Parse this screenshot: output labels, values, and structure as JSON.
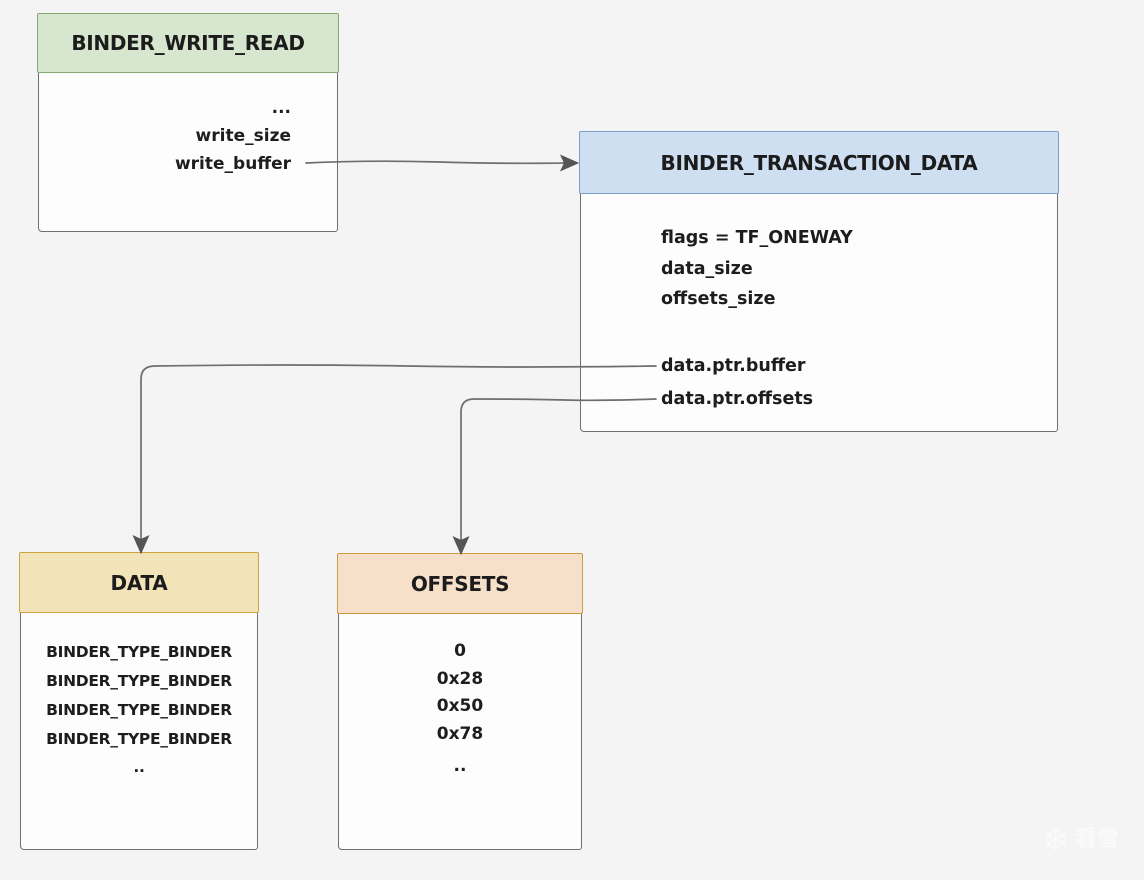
{
  "canvas": {
    "background_color": "#f4f4f4",
    "box_body_color": "#fdfdfd",
    "box_outline_color": "#6f6f6f",
    "arrow_color": "#6e6e6e"
  },
  "boxes": {
    "binder_write_read": {
      "title": "BINDER_WRITE_READ",
      "header_fill": "#d7e7cf",
      "header_border": "#83a974",
      "items": [
        "...",
        "write_size",
        "write_buffer"
      ]
    },
    "binder_transaction_data": {
      "title": "BINDER_TRANSACTION_DATA",
      "header_fill": "#cfdff2",
      "header_border": "#7f9fc9",
      "items": [
        "flags = TF_ONEWAY",
        "data_size",
        "offsets_size",
        "data.ptr.buffer",
        "data.ptr.offsets"
      ]
    },
    "data": {
      "title": "DATA",
      "header_fill": "#f3e3b8",
      "header_border": "#cfa43a",
      "items": [
        "BINDER_TYPE_BINDER",
        "BINDER_TYPE_BINDER",
        "BINDER_TYPE_BINDER",
        "BINDER_TYPE_BINDER",
        ".."
      ]
    },
    "offsets": {
      "title": "OFFSETS",
      "header_fill": "#f7e0c9",
      "header_border": "#d09a44",
      "items": [
        "0",
        "0x28",
        "0x50",
        "0x78",
        ".."
      ]
    }
  },
  "arrows": [
    {
      "from": "write_buffer",
      "to": "BINDER_TRANSACTION_DATA"
    },
    {
      "from": "data.ptr.buffer",
      "to": "DATA"
    },
    {
      "from": "data.ptr.offsets",
      "to": "OFFSETS"
    }
  ],
  "watermark": {
    "icon": "snowflake-icon",
    "glyph": "❄",
    "text": "看雪"
  }
}
